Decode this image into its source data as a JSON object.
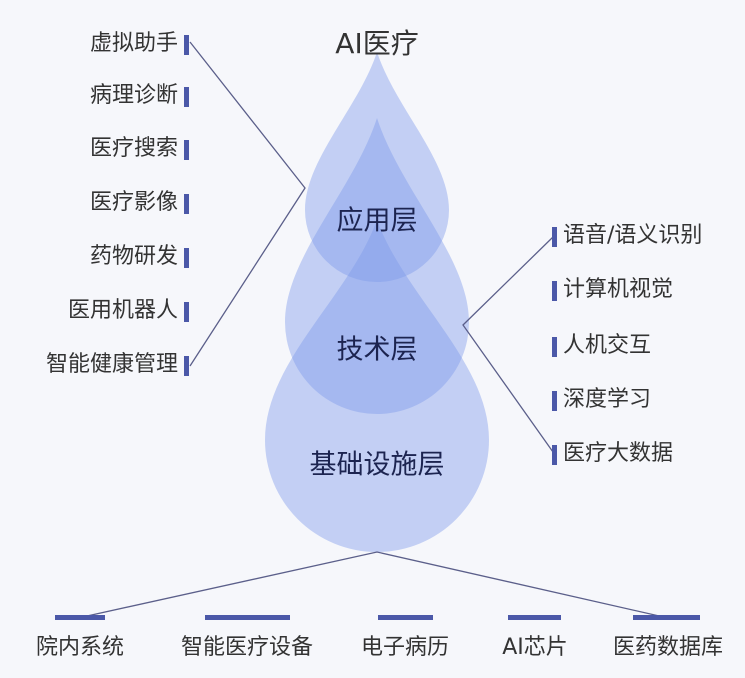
{
  "title": "AI医疗",
  "layers": {
    "app": "应用层",
    "tech": "技术层",
    "infra": "基础设施层"
  },
  "app_items": [
    "虚拟助手",
    "病理诊断",
    "医疗搜索",
    "医疗影像",
    "药物研发",
    "医用机器人",
    "智能健康管理"
  ],
  "tech_items": [
    "语音/语义识别",
    "计算机视觉",
    "人机交互",
    "深度学习",
    "医疗大数据"
  ],
  "infra_items": [
    "院内系统",
    "智能医疗设备",
    "电子病历",
    "AI芯片",
    "医药数据库"
  ],
  "colors": {
    "marker": "#4b58a8",
    "drop": "#7b98ea",
    "line": "#5b5f8a"
  }
}
